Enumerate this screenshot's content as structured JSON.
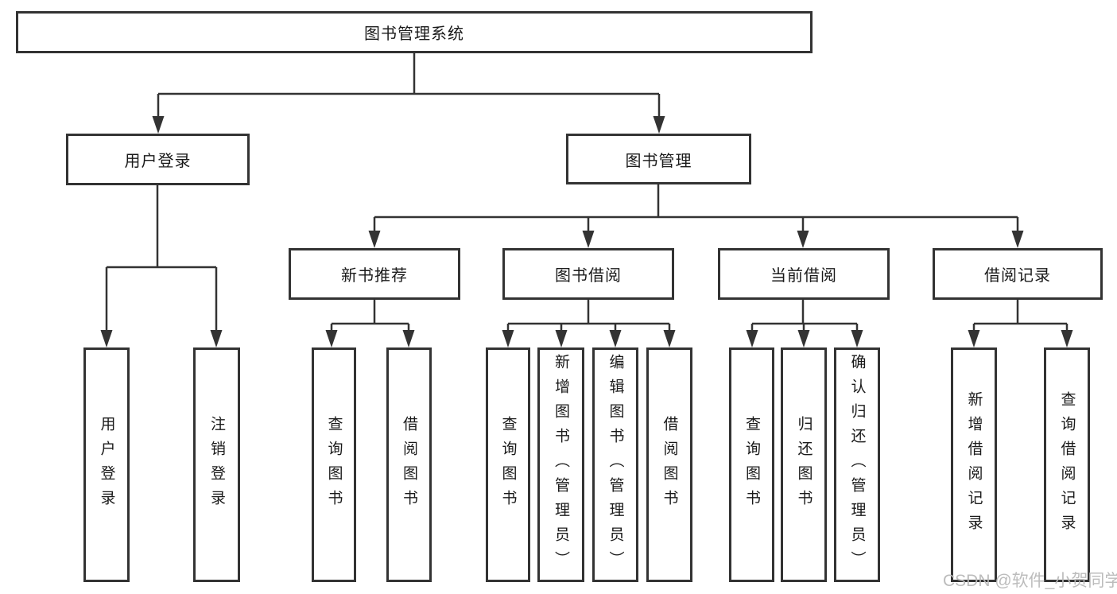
{
  "diagram": {
    "root": {
      "label": "图书管理系统"
    },
    "branches": [
      {
        "label": "用户登录",
        "children": [
          {
            "label": "用户登录"
          },
          {
            "label": "注销登录"
          }
        ]
      },
      {
        "label": "图书管理",
        "children": [
          {
            "label": "新书推荐",
            "children": [
              {
                "label": "查询图书"
              },
              {
                "label": "借阅图书"
              }
            ]
          },
          {
            "label": "图书借阅",
            "children": [
              {
                "label": "查询图书"
              },
              {
                "label": "新增图书（管理员）"
              },
              {
                "label": "编辑图书（管理员）"
              },
              {
                "label": "借阅图书"
              }
            ]
          },
          {
            "label": "当前借阅",
            "children": [
              {
                "label": "查询图书"
              },
              {
                "label": "归还图书"
              },
              {
                "label": "确认归还（管理员）"
              }
            ]
          },
          {
            "label": "借阅记录",
            "children": [
              {
                "label": "新增借阅记录"
              },
              {
                "label": "查询借阅记录"
              }
            ]
          }
        ]
      }
    ],
    "watermark": "CSDN @软件_小贺同学",
    "colors": {
      "line": "#333333",
      "text": "#1a1a1a",
      "watermark": "#b9b9b9",
      "background": "#ffffff"
    }
  }
}
